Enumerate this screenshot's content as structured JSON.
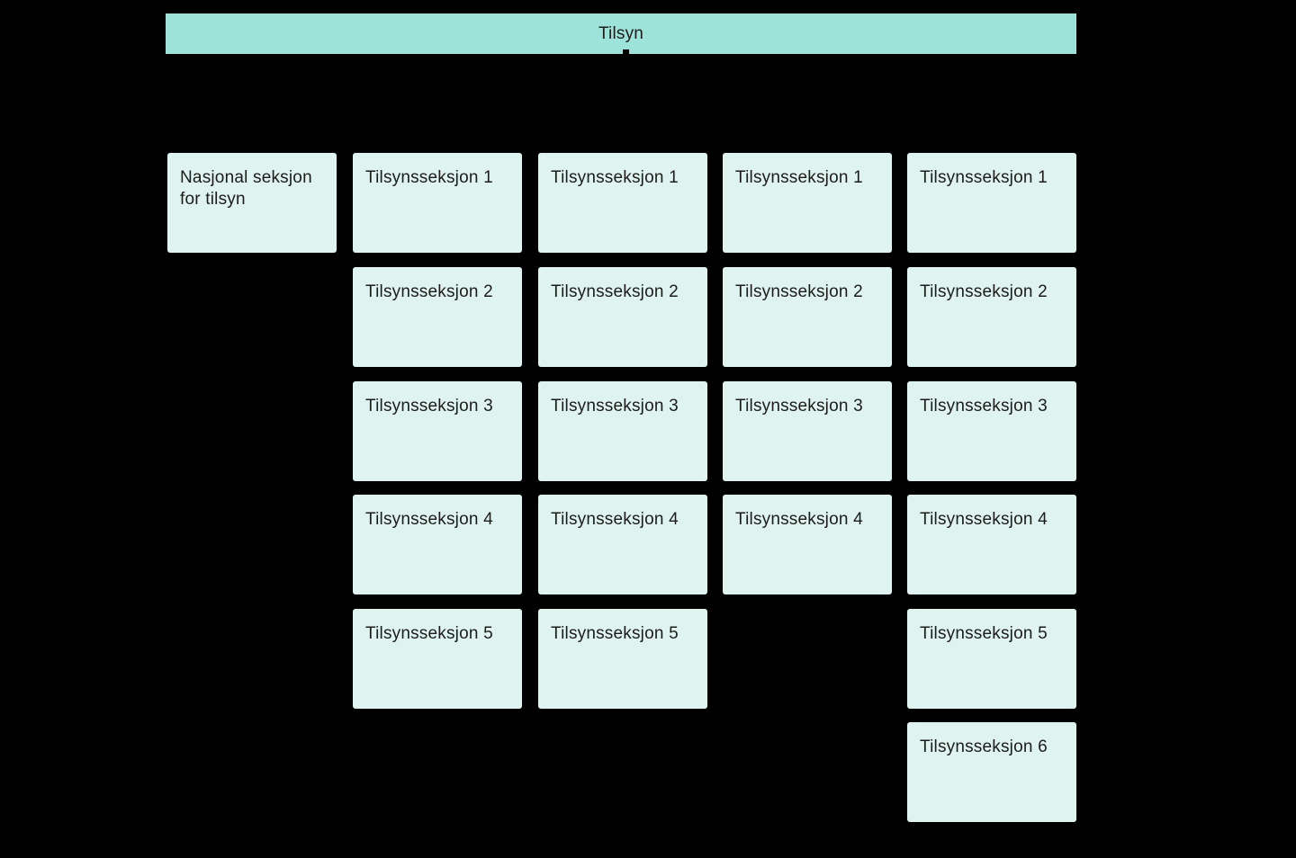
{
  "colors": {
    "background": "#000000",
    "header_fill": "#9de3da",
    "box_fill": "#dff4f0",
    "text": "#1c1c1a"
  },
  "header": {
    "title": "Tilsyn"
  },
  "columns": [
    {
      "boxes": [
        {
          "label": "Nasjonal seksjon for tilsyn"
        }
      ]
    },
    {
      "boxes": [
        {
          "label": "Tilsynsseksjon 1"
        },
        {
          "label": "Tilsynsseksjon 2"
        },
        {
          "label": "Tilsynsseksjon 3"
        },
        {
          "label": "Tilsynsseksjon 4"
        },
        {
          "label": "Tilsynsseksjon 5"
        }
      ]
    },
    {
      "boxes": [
        {
          "label": "Tilsynsseksjon 1"
        },
        {
          "label": "Tilsynsseksjon 2"
        },
        {
          "label": "Tilsynsseksjon 3"
        },
        {
          "label": "Tilsynsseksjon 4"
        },
        {
          "label": "Tilsynsseksjon 5"
        }
      ]
    },
    {
      "boxes": [
        {
          "label": "Tilsynsseksjon 1"
        },
        {
          "label": "Tilsynsseksjon 2"
        },
        {
          "label": "Tilsynsseksjon 3"
        },
        {
          "label": "Tilsynsseksjon 4"
        }
      ]
    },
    {
      "boxes": [
        {
          "label": "Tilsynsseksjon 1"
        },
        {
          "label": "Tilsynsseksjon 2"
        },
        {
          "label": "Tilsynsseksjon 3"
        },
        {
          "label": "Tilsynsseksjon 4"
        },
        {
          "label": "Tilsynsseksjon 5"
        },
        {
          "label": "Tilsynsseksjon 6"
        }
      ]
    }
  ]
}
